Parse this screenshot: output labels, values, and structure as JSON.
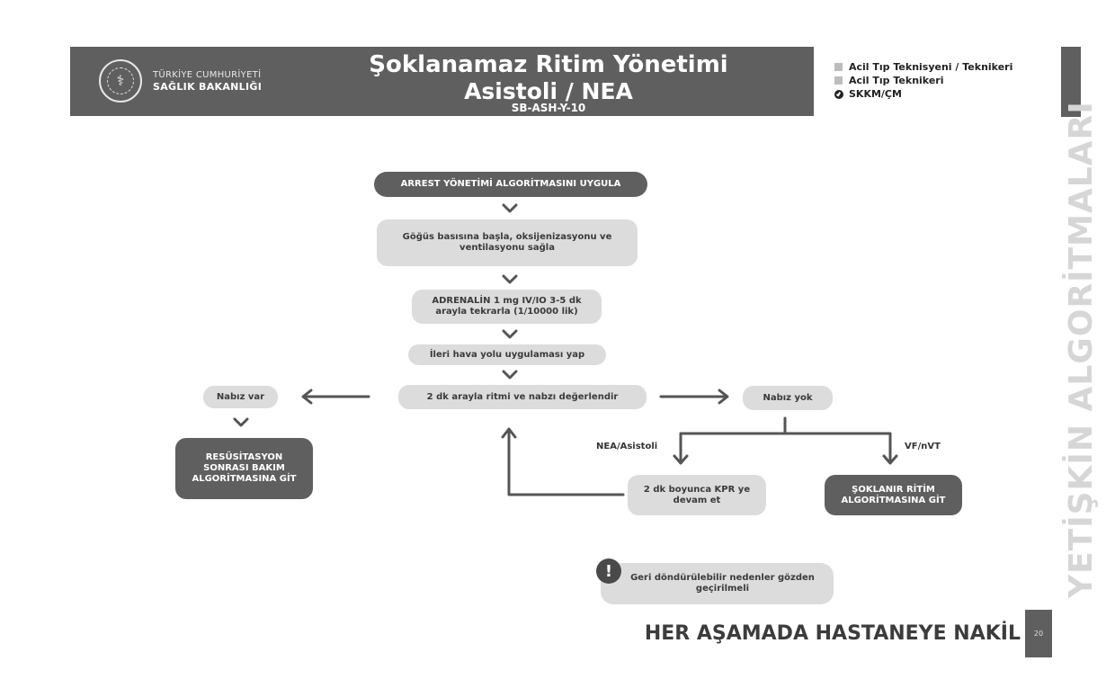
{
  "header": {
    "ministry_line1": "TÜRKİYE CUMHURİYETİ",
    "ministry_line2": "SAĞLIK BAKANLIĞI",
    "title_line1": "Şoklanamaz Ritim Yönetimi",
    "title_line2": "Asistoli / NEA",
    "code": "SB-ASH-Y-10"
  },
  "legend": {
    "items": [
      "Acil Tıp Teknisyeni / Teknikeri",
      "Acil Tıp Teknikeri",
      "SKKM/ÇM"
    ],
    "icons": [
      "square-icon",
      "square-icon",
      "check-circle-icon"
    ]
  },
  "side_title": "YETİŞKİN ALGORİTMALARI",
  "page_number": "20",
  "footer_text": "HER AŞAMADA HASTANEYE NAKİL",
  "flow": {
    "step1": "ARREST YÖNETİMİ ALGORİTMASINI UYGULA",
    "step2": "Göğüs basısına başla, oksijenizasyonu ve ventilasyonu sağla",
    "step3": "ADRENALİN 1 mg IV/IO 3-5 dk arayla tekrarla (1/10000 lik)",
    "step4": "İleri hava yolu uygulaması yap",
    "step5": "2 dk arayla ritmi ve nabzı değerlendir",
    "pulse_yes": "Nabız var",
    "pulse_no": "Nabız yok",
    "post_care": "RESÜSİTASYON SONRASI BAKIM ALGORİTMASINA GİT",
    "branch_nea": "NEA/Asistoli",
    "branch_vf": "VF/nVT",
    "cpr": "2 dk boyunca KPR ye devam et",
    "shockable": "ŞOKLANIR RİTİM ALGORİTMASINA GİT",
    "reversible": "Geri döndürülebilir nedenler gözden geçirilmeli",
    "warning_glyph": "!"
  },
  "colors": {
    "dark": "#5f5f5f",
    "light": "#dcdcdc",
    "arrow": "#555555"
  }
}
